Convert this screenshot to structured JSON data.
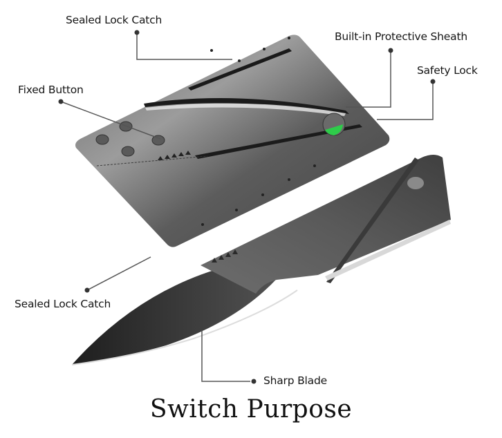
{
  "title": "Switch Purpose",
  "callouts": [
    {
      "id": "sealed-lock-catch-top",
      "label": "Sealed Lock Catch"
    },
    {
      "id": "built-in-protective-sheath",
      "label": "Built-in Protective Sheath"
    },
    {
      "id": "safety-lock",
      "label": "Safety Lock"
    },
    {
      "id": "fixed-button",
      "label": "Fixed Button"
    },
    {
      "id": "sealed-lock-catch-bottom",
      "label": "Sealed Lock Catch"
    },
    {
      "id": "sharp-blade",
      "label": "Sharp Blade"
    }
  ],
  "colors": {
    "card_body": "#4f4f4f",
    "card_highlight": "#9a9a9a",
    "blade": "#2e2e2e",
    "safety_lock_accent": "#2ecc4a",
    "callout_line": "#555555",
    "text": "#151515"
  }
}
